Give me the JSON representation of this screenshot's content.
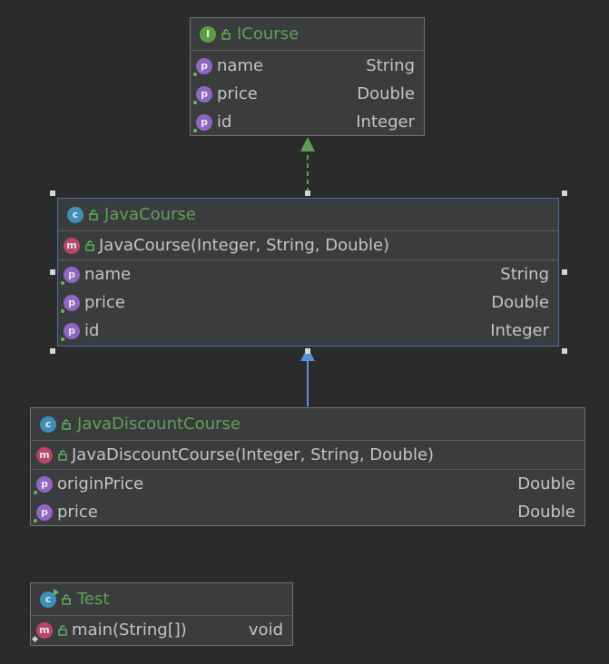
{
  "colors": {
    "background": "#2b2b2c",
    "box": "#3b3c3e",
    "class_name": "#62a05a",
    "text": "#c4c4c4",
    "implements_arrow": "#5aa04e",
    "extends_arrow": "#5b8fd6"
  },
  "icourse": {
    "kind_icon": "interface-icon",
    "name": "ICourse",
    "fields": [
      {
        "name": "name",
        "type": "String"
      },
      {
        "name": "price",
        "type": "Double"
      },
      {
        "name": "id",
        "type": "Integer"
      }
    ]
  },
  "javacourse": {
    "kind_icon": "class-icon",
    "name": "JavaCourse",
    "constructors": [
      {
        "name": "JavaCourse(Integer, String, Double)"
      }
    ],
    "fields": [
      {
        "name": "name",
        "type": "String"
      },
      {
        "name": "price",
        "type": "Double"
      },
      {
        "name": "id",
        "type": "Integer"
      }
    ]
  },
  "javadiscountcourse": {
    "kind_icon": "class-icon",
    "name": "JavaDiscountCourse",
    "constructors": [
      {
        "name": "JavaDiscountCourse(Integer, String, Double)"
      }
    ],
    "fields": [
      {
        "name": "originPrice",
        "type": "Double"
      },
      {
        "name": "price",
        "type": "Double"
      }
    ]
  },
  "test": {
    "kind_icon": "runnable-class-icon",
    "name": "Test",
    "methods": [
      {
        "name": "main(String[])",
        "type": "void"
      }
    ]
  },
  "relations": [
    {
      "kind": "implements",
      "from": "JavaCourse",
      "to": "ICourse"
    },
    {
      "kind": "extends",
      "from": "JavaDiscountCourse",
      "to": "JavaCourse"
    }
  ]
}
